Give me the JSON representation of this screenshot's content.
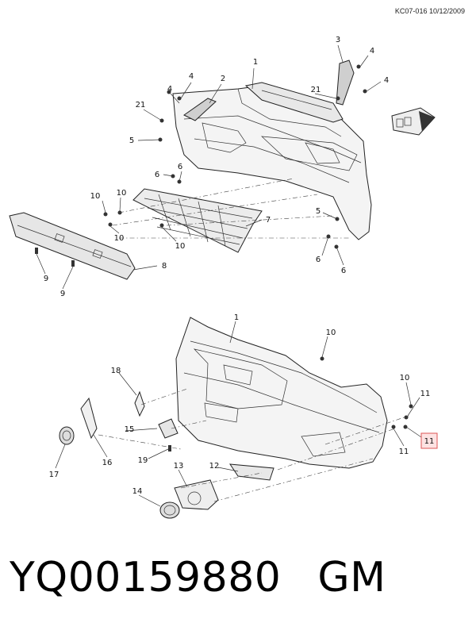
{
  "header": {
    "code": "KC07-016 10/12/2009"
  },
  "callouts": {
    "c1_top": "1",
    "c2_top": "2",
    "c3_top": "3",
    "c4_a": "4",
    "c4_b": "4",
    "c4_c": "4",
    "c4_d": "4",
    "c21_a": "21",
    "c21_b": "21",
    "c5_a": "5",
    "c5_b": "5",
    "c6_a": "6",
    "c6_b": "6",
    "c6_c": "6",
    "c6_d": "6",
    "c7": "7",
    "c8": "8",
    "c9_a": "9",
    "c9_b": "9",
    "c10_a": "10",
    "c10_b": "10",
    "c10_c": "10",
    "c10_d": "10",
    "c1_bot": "1",
    "c10_e": "10",
    "c10_f": "10",
    "c11_a": "11",
    "c11_b": "11",
    "c11_hl": "11",
    "c12": "12",
    "c13": "13",
    "c14": "14",
    "c15": "15",
    "c16": "16",
    "c17": "17",
    "c18": "18",
    "c19": "19"
  },
  "footer": {
    "part_number": "YQ00159880",
    "brand": "GM"
  }
}
